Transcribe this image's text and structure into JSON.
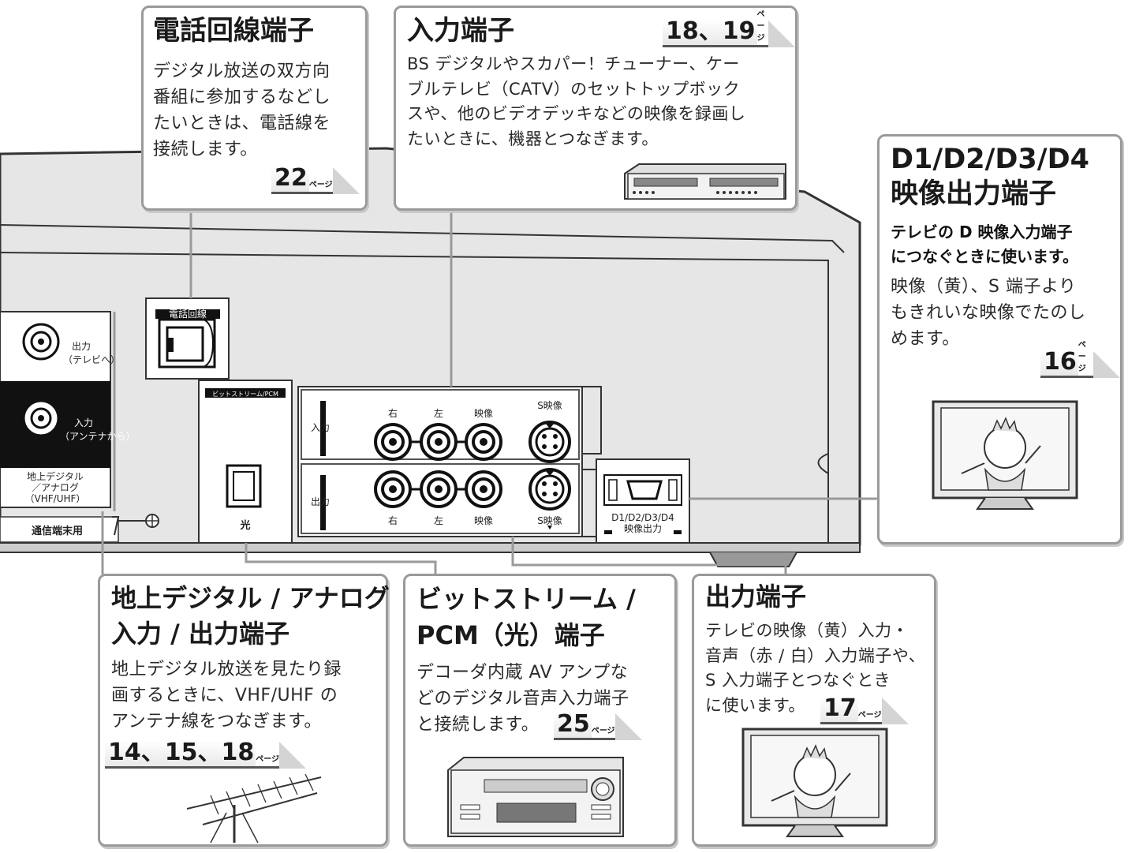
{
  "callouts": {
    "phone": {
      "title": "電話回線端子",
      "lines": [
        "デジタル放送の双方向",
        "番組に参加するなどし",
        "たいときは、電話線を",
        "接続します。"
      ],
      "page": "22",
      "page_suffix": "ページ"
    },
    "input": {
      "title": "入力端子",
      "lines": [
        "BS デジタルやスカパー！チューナー、ケー",
        "ブルテレビ（CATV）のセットトップボック",
        "スや、他のビデオデッキなどの映像を録画し",
        "たいときに、機器とつなぎます。"
      ],
      "page": "18、19",
      "page_suffix": "ページ"
    },
    "d_out": {
      "title_lines": [
        "D1/D2/D3/D4",
        "映像出力端子"
      ],
      "bold_lines": [
        "テレビの D 映像入力端子",
        "につなぐときに使います。"
      ],
      "lines": [
        "映像（黄）、S 端子より",
        "もきれいな映像でたのし",
        "めます。"
      ],
      "page": "16",
      "page_suffix": "ページ"
    },
    "antenna": {
      "title_lines": [
        "地上デジタル / アナログ",
        "入力 / 出力端子"
      ],
      "lines": [
        "地上デジタル放送を見たり録",
        "画するときに、VHF/UHF の",
        "アンテナ線をつなぎます。"
      ],
      "page": "14、15、18",
      "page_suffix": "ページ"
    },
    "bitstream": {
      "title_lines": [
        "ビットストリーム /",
        "PCM（光）端子"
      ],
      "lines": [
        "デコーダ内蔵 AV アンプな",
        "どのデジタル音声入力端子",
        "と接続します。"
      ],
      "page": "25",
      "page_suffix": "ページ"
    },
    "output": {
      "title": "出力端子",
      "lines": [
        "テレビの映像（黄）入力・",
        "音声（赤 / 白）入力端子や、",
        "S 入力端子とつなぐとき",
        "に使います。"
      ],
      "page": "17",
      "page_suffix": "ページ"
    }
  },
  "panel": {
    "antenna_out": [
      "出力",
      "（テレビへ）"
    ],
    "antenna_in": [
      "入力",
      "（アンテナから）"
    ],
    "antenna_group": [
      "地上デジタル",
      "／アナログ",
      "（VHF/UHF）"
    ],
    "comm_port": "通信端末用",
    "phone_line": "電話回線",
    "bitstream": "ビットストリーム/PCM",
    "optical": "光",
    "input_row": "入力",
    "output_row": "出力",
    "right": "右",
    "left": "左",
    "video": "映像",
    "s_video": "S映像",
    "d_out": [
      "D1/D2/D3/D4",
      "映像出力"
    ]
  }
}
